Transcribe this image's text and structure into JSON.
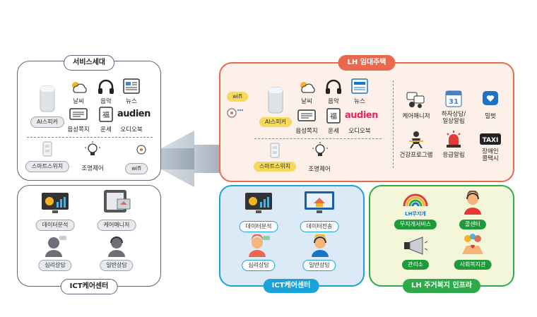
{
  "service_household": {
    "title": "서비스세대",
    "ai_speaker": "AI스피커",
    "weather": "날씨",
    "music": "음악",
    "news": "뉴스",
    "voice_notice": "음성쪽지",
    "fortune": "운세",
    "audiobook": "오디오북",
    "audien": "audien",
    "smart_switch": "스마트스위치",
    "lighting": "조명제어",
    "wifi": "wifi"
  },
  "ict_left": {
    "title": "ICT케어센터",
    "data_analysis": "데이터분석",
    "care_manager": "케어매니저",
    "psych": "심리상담",
    "general": "일반상담"
  },
  "lh_housing": {
    "title": "LH 임대주택",
    "wifi": "wifi",
    "ai_speaker": "AI스피커",
    "weather": "날씨",
    "music": "음악",
    "news": "뉴스",
    "voice_notice": "음성쪽지",
    "fortune": "운세",
    "audiobook": "오디오북",
    "audien": "audien",
    "smart_switch": "스마트스위치",
    "lighting": "조명제어",
    "care_manager": "케어매니저",
    "defect": "하자상담/\n일상알림",
    "calendar_day": "31",
    "meal": "밀벗",
    "health": "건강프로그램",
    "emergency": "응급알림",
    "taxi_badge": "TAXI",
    "taxi": "장애인\n콜택시"
  },
  "ict_right": {
    "title": "ICT케어센터",
    "data_analysis": "데이터분석",
    "data_transfer": "데이터전송",
    "psych": "심리상담",
    "general": "일반상담"
  },
  "welfare": {
    "title": "LH 주거복지 인프라",
    "rainbow_logo": "LH무지개",
    "rainbow_service": "무지개서비스",
    "call_center": "콜센터",
    "admin_office": "관리소",
    "welfare_center": "사회복지관"
  },
  "colors": {
    "left_border": "#5a6675",
    "lh_border": "#e9694f",
    "lh_bg": "#fdf0e8",
    "ict_right_border": "#1aa3d9",
    "ict_right_bg": "#dce9f6",
    "welfare_border": "#2faa4a",
    "welfare_bg": "#f3f6d8",
    "green_pill": "#1f9a3a",
    "yellow_pill": "#f5d95c"
  }
}
